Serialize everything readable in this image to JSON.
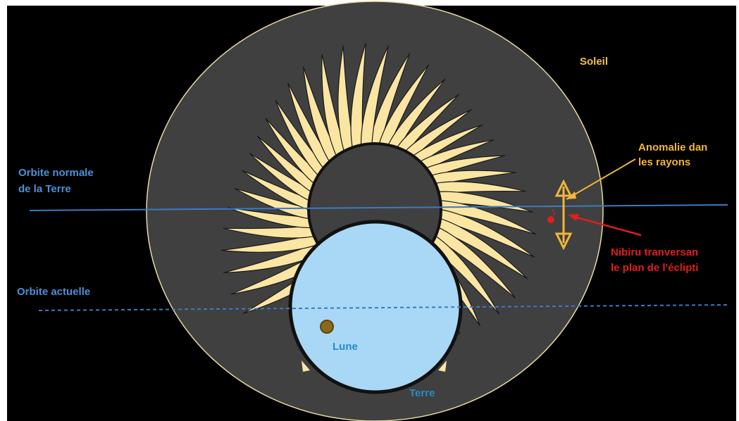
{
  "labels": {
    "sun": "Soleil",
    "orbit_normal_line1": "Orbite normale",
    "orbit_normal_line2": "de la Terre",
    "orbit_current": "Orbite actuelle",
    "anomaly_line1": "Anomalie dan",
    "anomaly_line2": "les rayons",
    "nibiru_line1": "Nibiru tranversan",
    "nibiru_line2": "le plan de l'éclipti",
    "moon": "Lune",
    "earth": "Terre"
  },
  "colors": {
    "background": "#000000",
    "sun_disc": "#404040",
    "rays": "#fbe5a3",
    "ray_stroke": "#1a1a1a",
    "earth": "#a8d8f5",
    "moon": "#8a6a1a",
    "orbit_line": "#3b7bc4",
    "label_blue": "#4a90d9",
    "label_gold": "#f2b53a",
    "label_red": "#e01e1e",
    "sun_label": "#f2c14e",
    "dashed_line_white": "#c8d8ff"
  }
}
